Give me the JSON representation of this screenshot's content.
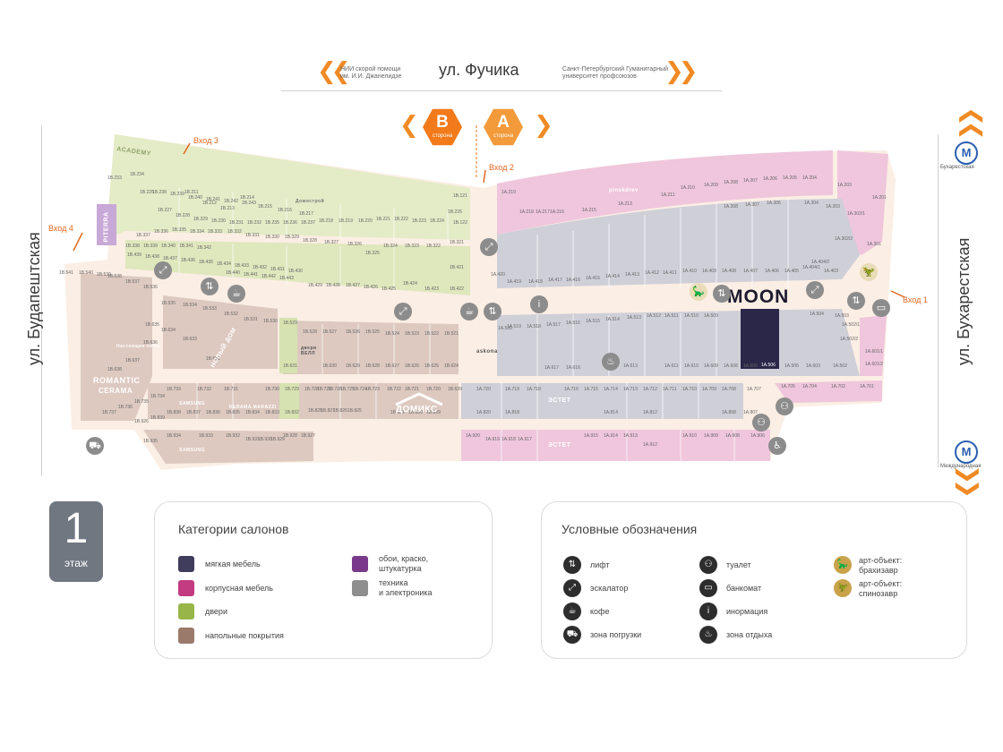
{
  "streets": {
    "top": "ул. Фучика",
    "left": "ул. Будапештская",
    "right": "ул. Бухарестская"
  },
  "top_notes": {
    "left": "НИИ скорой помощи\nим. И.И. Джанелидзе",
    "right": "Санкт-Петербургский Гуманитарный\nуниверситет профсоюзов"
  },
  "sides": [
    {
      "letter": "B",
      "label": "сторона"
    },
    {
      "letter": "A",
      "label": "сторона"
    }
  ],
  "entrances": {
    "e1": "Вход 1",
    "e2": "Вход 2",
    "e3": "Вход 3",
    "e4": "Вход 4"
  },
  "metro": {
    "top": {
      "symbol": "M",
      "name": "Бухарестская"
    },
    "bottom": {
      "symbol": "M",
      "name": "Международная"
    }
  },
  "brands": {
    "moon": "MOON",
    "academy": "ACADEMY",
    "piterra": "PITERRA",
    "romantic": "ROMANTIC",
    "cerama": "CERAMA",
    "novyi_dom": "НОВЫЙ ДОМ",
    "domiks": "ДОМИКС",
    "estet1": "ЭСТЕТ",
    "estet2": "ЭСТЕТ",
    "kerama": "KERAMA MARAZZI",
    "samsung": "SAMSUNG",
    "askona": "askona",
    "pinskdrev": "pinskdrev",
    "dom_gorod": "Домострой",
    "nastoyashchie": "Настоящие полы",
    "dveri_vell": "двери\nВЕЛЛ"
  },
  "units": {
    "a": [
      "1А.219",
      "1А.218",
      "1А.217",
      "1А.216",
      "1А.215",
      "1А.213",
      "1А.211",
      "1А.210",
      "1А.209",
      "1А.208",
      "1А.207",
      "1А.206",
      "1А.205",
      "1А.204",
      "1А.203",
      "1А.201",
      "1А.308",
      "1А.307",
      "1А.306",
      "1А.304",
      "1А.303",
      "1А.302/1",
      "1А.302/2",
      "1А.301",
      "1А.420",
      "1А.419",
      "1А.418",
      "1А.417",
      "1А.416",
      "1А.415",
      "1А.414",
      "1А.413",
      "1А.412",
      "1А.411",
      "1А.410",
      "1А.409",
      "1А.408",
      "1А.407",
      "1А.406",
      "1А.405",
      "1А.404/1",
      "1А.404/2",
      "1А.403",
      "1А.520",
      "1А.519",
      "1А.518",
      "1А.517",
      "1А.516",
      "1А.515",
      "1А.514",
      "1А.513",
      "1А.512",
      "1А.511",
      "1А.510",
      "1А.509",
      "1А.506",
      "1А.505",
      "1А.504",
      "1А.503",
      "1А.502/1",
      "1А.502/2",
      "1А.502",
      "1А.601/1",
      "1А.601/2",
      "1А.617",
      "1А.616",
      "1А.613",
      "1А.611",
      "1А.610",
      "1А.609",
      "1А.608",
      "1А.606",
      "1А.603",
      "1А.720",
      "1А.719",
      "1А.718",
      "1А.716",
      "1А.715",
      "1А.714",
      "1А.713",
      "1А.712",
      "1А.711",
      "1А.710",
      "1А.709",
      "1А.708",
      "1А.707",
      "1А.705",
      "1А.704",
      "1А.702",
      "1А.701",
      "1А.820",
      "1А.818",
      "1А.814",
      "1А.812",
      "1А.808",
      "1А.807",
      "1А.920",
      "1А.919",
      "1А.918",
      "1А.917",
      "1А.915",
      "1А.914",
      "1А.913",
      "1А.912",
      "1А.910",
      "1А.909",
      "1А.908",
      "1А.906"
    ],
    "b": [
      "1B.121",
      "1B.122",
      "1B.211",
      "1B.212",
      "1B.213",
      "1B.214",
      "1B.215",
      "1B.216",
      "1B.217",
      "1B.218",
      "1B.219",
      "1B.220",
      "1B.221",
      "1B.222",
      "1B.223",
      "1B.224",
      "1B.225",
      "1B.226",
      "1B.227",
      "1B.228",
      "1B.229",
      "1B.230",
      "1B.231",
      "1B.232",
      "1B.233",
      "1B.234",
      "1B.235",
      "1B.236",
      "1B.237",
      "1B.238",
      "1B.239",
      "1B.240",
      "1B.241",
      "1B.242",
      "1B.243",
      "1B.321",
      "1B.322",
      "1B.323",
      "1B.324",
      "1B.325",
      "1B.326",
      "1B.327",
      "1B.328",
      "1B.329",
      "1B.330",
      "1B.331",
      "1B.332",
      "1B.333",
      "1B.334",
      "1B.335",
      "1B.336",
      "1B.337",
      "1B.338",
      "1B.339",
      "1B.340",
      "1B.341",
      "1B.342",
      "1B.421",
      "1B.422",
      "1B.423",
      "1B.424",
      "1B.425",
      "1B.426",
      "1B.427",
      "1B.428",
      "1B.429",
      "1B.430",
      "1B.431",
      "1B.432",
      "1B.433",
      "1B.434",
      "1B.435",
      "1B.436",
      "1B.437",
      "1B.438",
      "1B.439",
      "1B.440",
      "1B.441",
      "1B.442",
      "1B.443",
      "1B.521",
      "1B.522",
      "1B.523",
      "1B.524",
      "1B.525",
      "1B.526",
      "1B.527",
      "1B.528",
      "1B.529",
      "1B.530",
      "1B.531",
      "1B.532",
      "1B.533",
      "1B.534",
      "1B.535",
      "1B.536",
      "1B.537",
      "1B.538",
      "1B.539",
      "1B.540",
      "1B.541",
      "1B.624",
      "1B.625",
      "1B.626",
      "1B.627",
      "1B.628",
      "1B.629",
      "1B.630",
      "1B.631",
      "1B.632",
      "1B.633",
      "1B.634",
      "1B.635",
      "1B.636",
      "1B.637",
      "1B.638",
      "1B.639",
      "1B.720",
      "1B.721",
      "1B.722",
      "1B.723",
      "1B.724",
      "1B.725",
      "1B.726",
      "1B.727",
      "1B.728",
      "1B.729",
      "1B.730",
      "1B.731",
      "1B.732",
      "1B.733",
      "1B.734",
      "1B.735",
      "1B.736",
      "1B.737",
      "1B.825",
      "1B.826",
      "1B.827",
      "1B.828",
      "1B.829",
      "1B.830",
      "1B.831",
      "1B.832",
      "1B.833",
      "1B.834",
      "1B.835",
      "1B.836",
      "1B.837",
      "1B.838",
      "1B.839",
      "1B.926",
      "1B.927",
      "1B.928",
      "1B.929",
      "1B.930",
      "1B.931",
      "1B.932",
      "1B.933",
      "1B.934",
      "1B.935"
    ]
  },
  "floor": {
    "number": "1",
    "label": "этаж"
  },
  "categories": {
    "title": "Категории салонов",
    "items": [
      {
        "label": "мягкая мебель",
        "color": "#3f3c5c"
      },
      {
        "label": "корпусная мебель",
        "color": "#c33b80"
      },
      {
        "label": "двери",
        "color": "#98b648"
      },
      {
        "label": "напольные покрытия",
        "color": "#9a7b6b"
      },
      {
        "label": "обои, краско,\nштукатурка",
        "color": "#7a3a8c"
      },
      {
        "label": "техника\nи электроника",
        "color": "#8e8e8e"
      }
    ]
  },
  "legend": {
    "title": "Условные обозначения",
    "items": [
      {
        "label": "лифт",
        "icon": "elevator-icon"
      },
      {
        "label": "эскалатор",
        "icon": "escalator-icon"
      },
      {
        "label": "кофе",
        "icon": "coffee-icon"
      },
      {
        "label": "зона погрузки",
        "icon": "loading-zone-icon"
      },
      {
        "label": "туалет",
        "icon": "toilet-icon"
      },
      {
        "label": "банкомат",
        "icon": "atm-icon"
      },
      {
        "label": "инормация",
        "icon": "info-icon"
      },
      {
        "label": "зона отдыха",
        "icon": "rest-zone-icon"
      },
      {
        "label": "арт-объект:\nбрахизавр",
        "icon": "dinosaur-brachiosaurus-icon"
      },
      {
        "label": "арт-объект:\nспинозавр",
        "icon": "dinosaur-spinosaurus-icon"
      }
    ]
  },
  "colors": {
    "b_side_base": "#e4ebc7",
    "b_side_unit": "#d6e2b0",
    "a_side_pink": "#eec6dc",
    "a_side_grey": "#cfcfd8",
    "b_side_brown": "#d9c4bc",
    "corridor": "#fbeee4",
    "moon": "#2b2748",
    "accent": "#f27a1a"
  }
}
